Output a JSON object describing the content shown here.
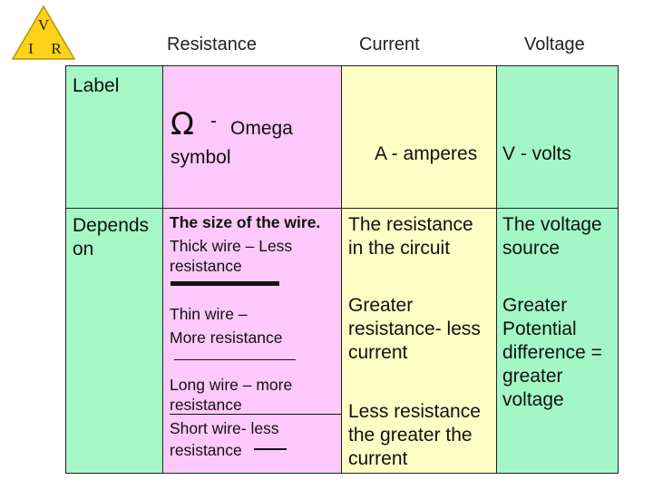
{
  "logo": {
    "top": "V",
    "left": "I",
    "right": "R"
  },
  "headers": {
    "resistance": "Resistance",
    "current": "Current",
    "voltage": "Voltage"
  },
  "rows": {
    "label": {
      "title": "Label",
      "resistance_symbol": "Ω",
      "resistance_dash": "-",
      "resistance_text1": "Omega",
      "resistance_text2": "symbol",
      "current": "A - amperes",
      "voltage": "V - volts"
    },
    "depends": {
      "title_line1": "Depends",
      "title_line2": "on",
      "resistance": {
        "heading": "The size of the wire.",
        "thick_line1": "Thick wire – Less",
        "thick_line2": "resistance",
        "thin_line1": "Thin wire –",
        "thin_line2": "More resistance",
        "long_line1": "Long wire – more",
        "long_line2": "resistance",
        "short_line1": "Short wire- less",
        "short_line2": "resistance"
      },
      "current": {
        "p1_line1": "The resistance",
        "p1_line2": "in the circuit",
        "p2_line1": "Greater",
        "p2_line2": "resistance- less",
        "p2_line3": "current",
        "p3_line1": "Less resistance",
        "p3_line2": "the greater the",
        "p3_line3": "current"
      },
      "voltage": {
        "p1_line1": "The voltage",
        "p1_line2": "source",
        "p2_line1": "Greater",
        "p2_line2": "Potential",
        "p2_line3": "difference =",
        "p2_line4": "greater",
        "p2_line5": "voltage"
      }
    }
  }
}
